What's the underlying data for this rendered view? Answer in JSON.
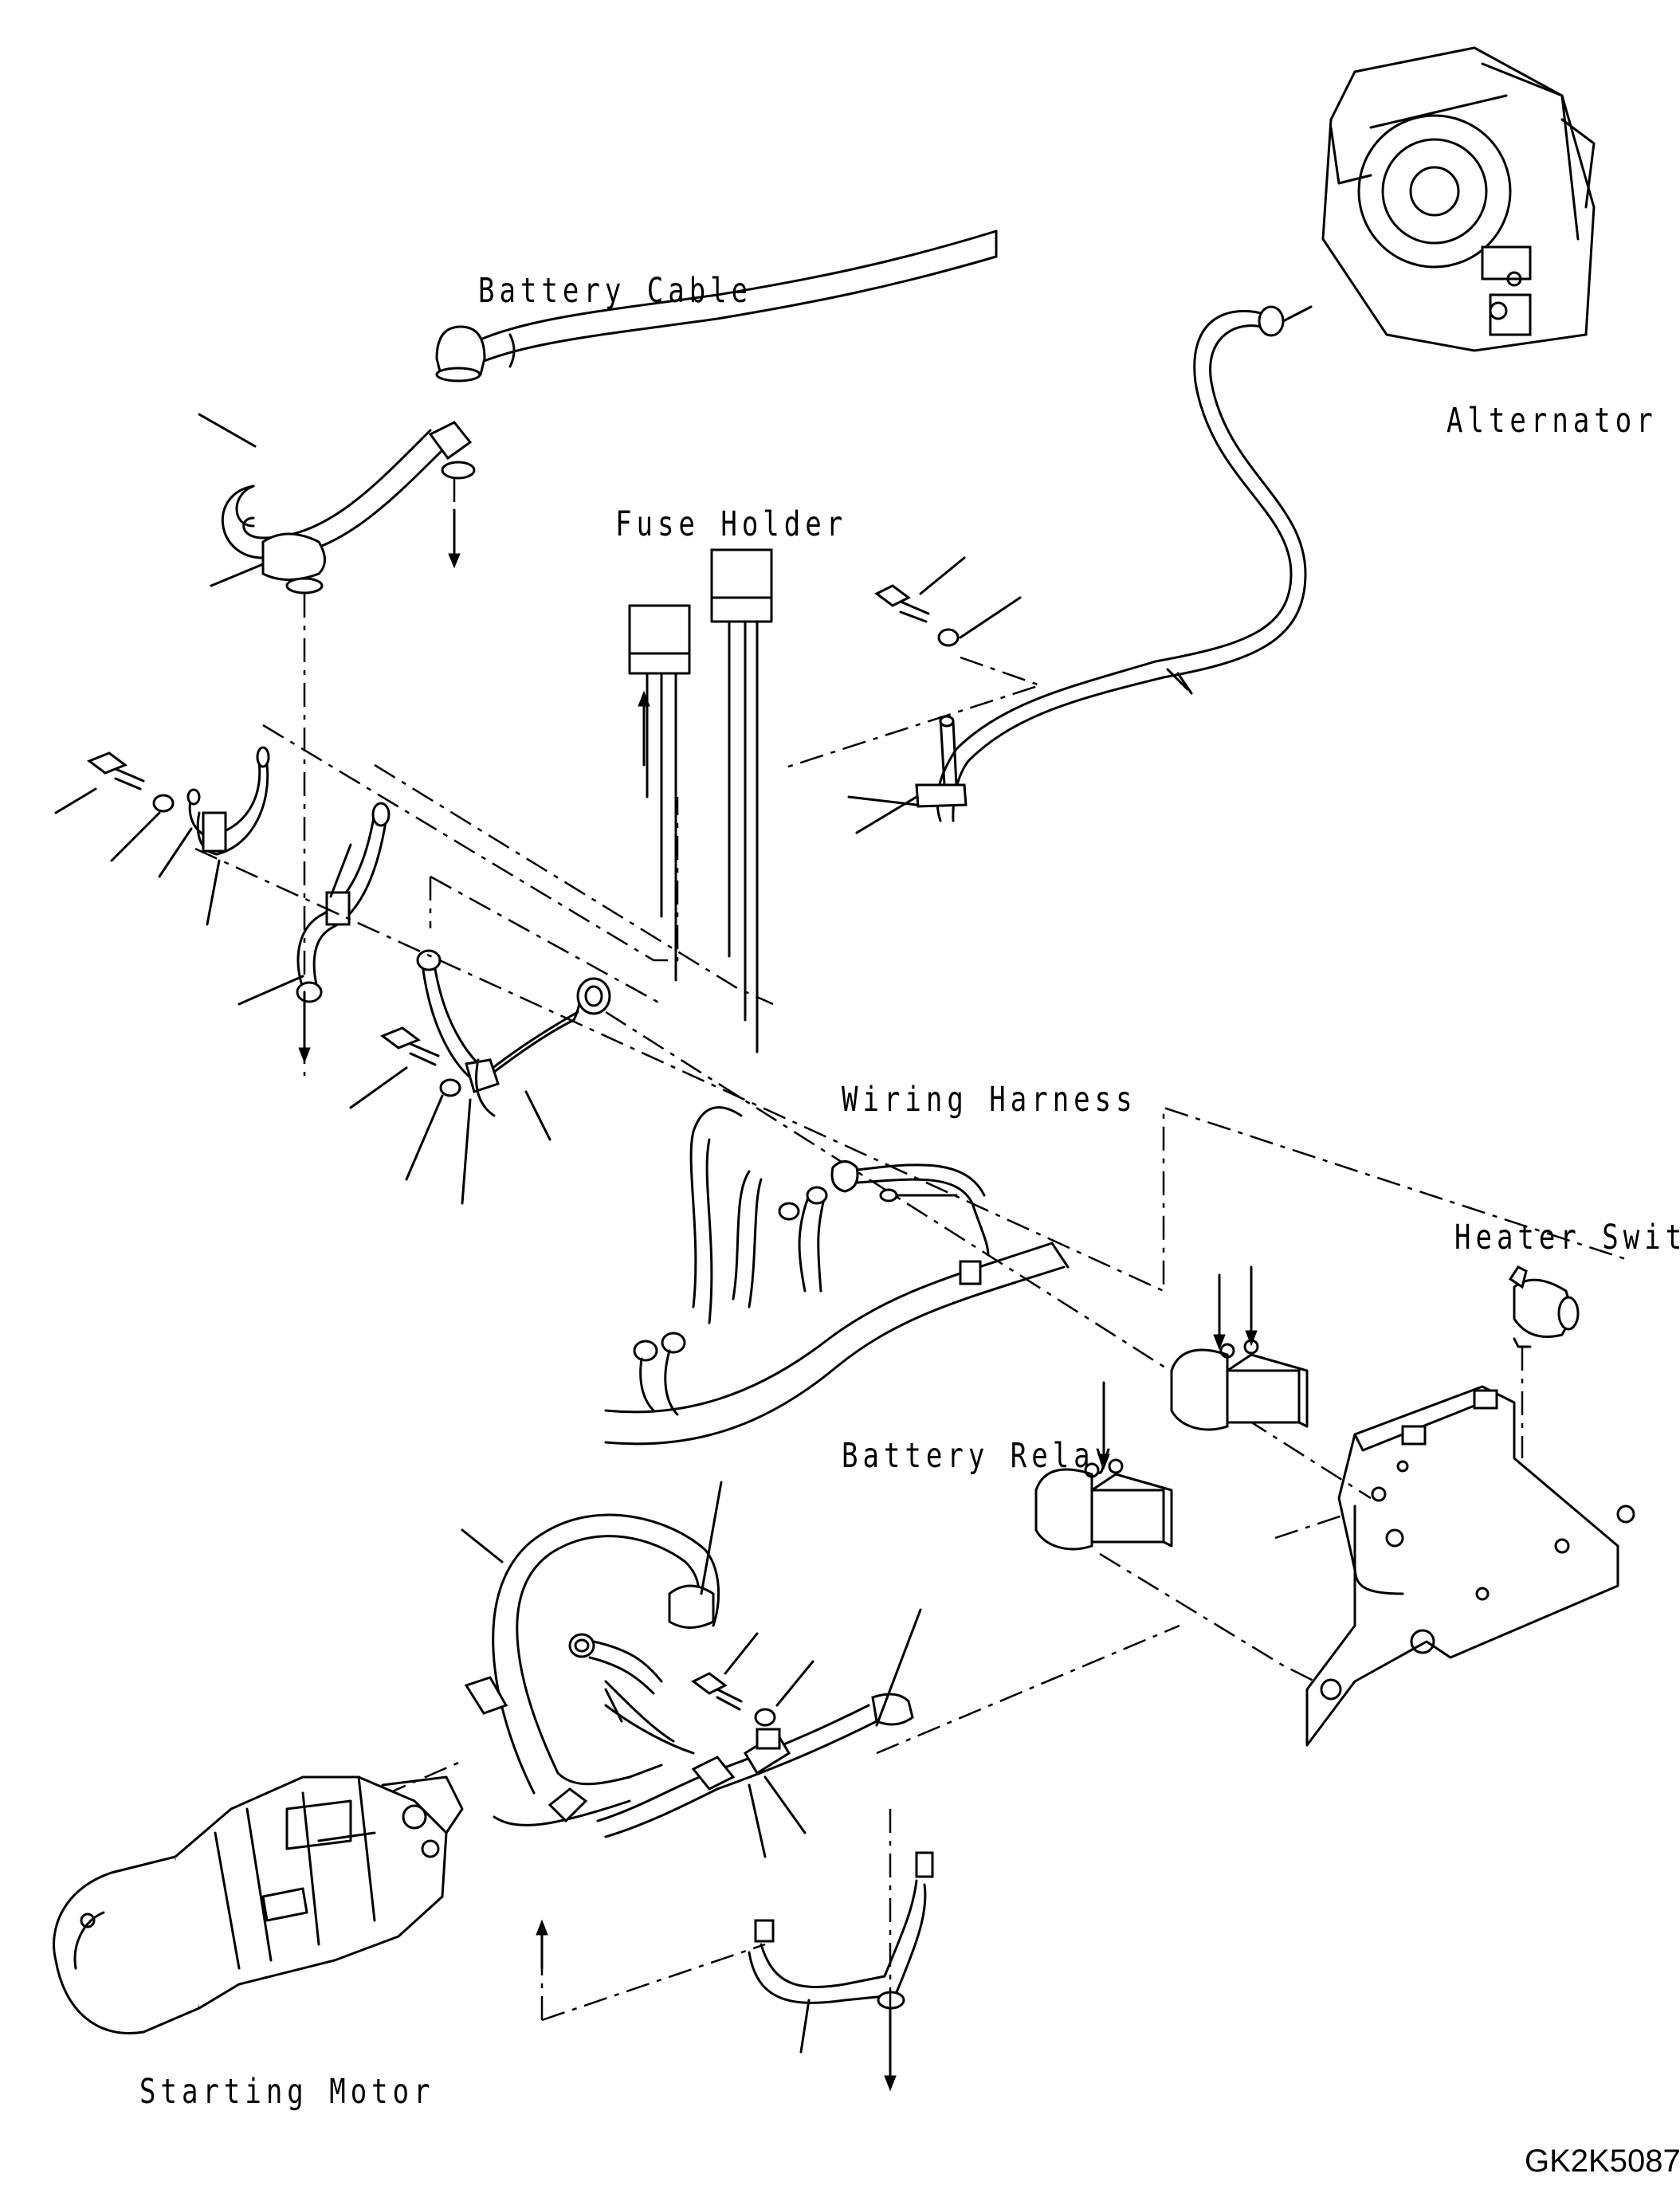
{
  "labels": {
    "battery_cable": "Battery Cable",
    "fuse_holder": "Fuse Holder",
    "alternator": "Alternator",
    "wiring_harness": "Wiring Harness",
    "heater_switch": "Heater Switch",
    "battery_relay": "Battery Relay",
    "starting_motor": "Starting Motor"
  },
  "figure_code": "GK2K5087"
}
